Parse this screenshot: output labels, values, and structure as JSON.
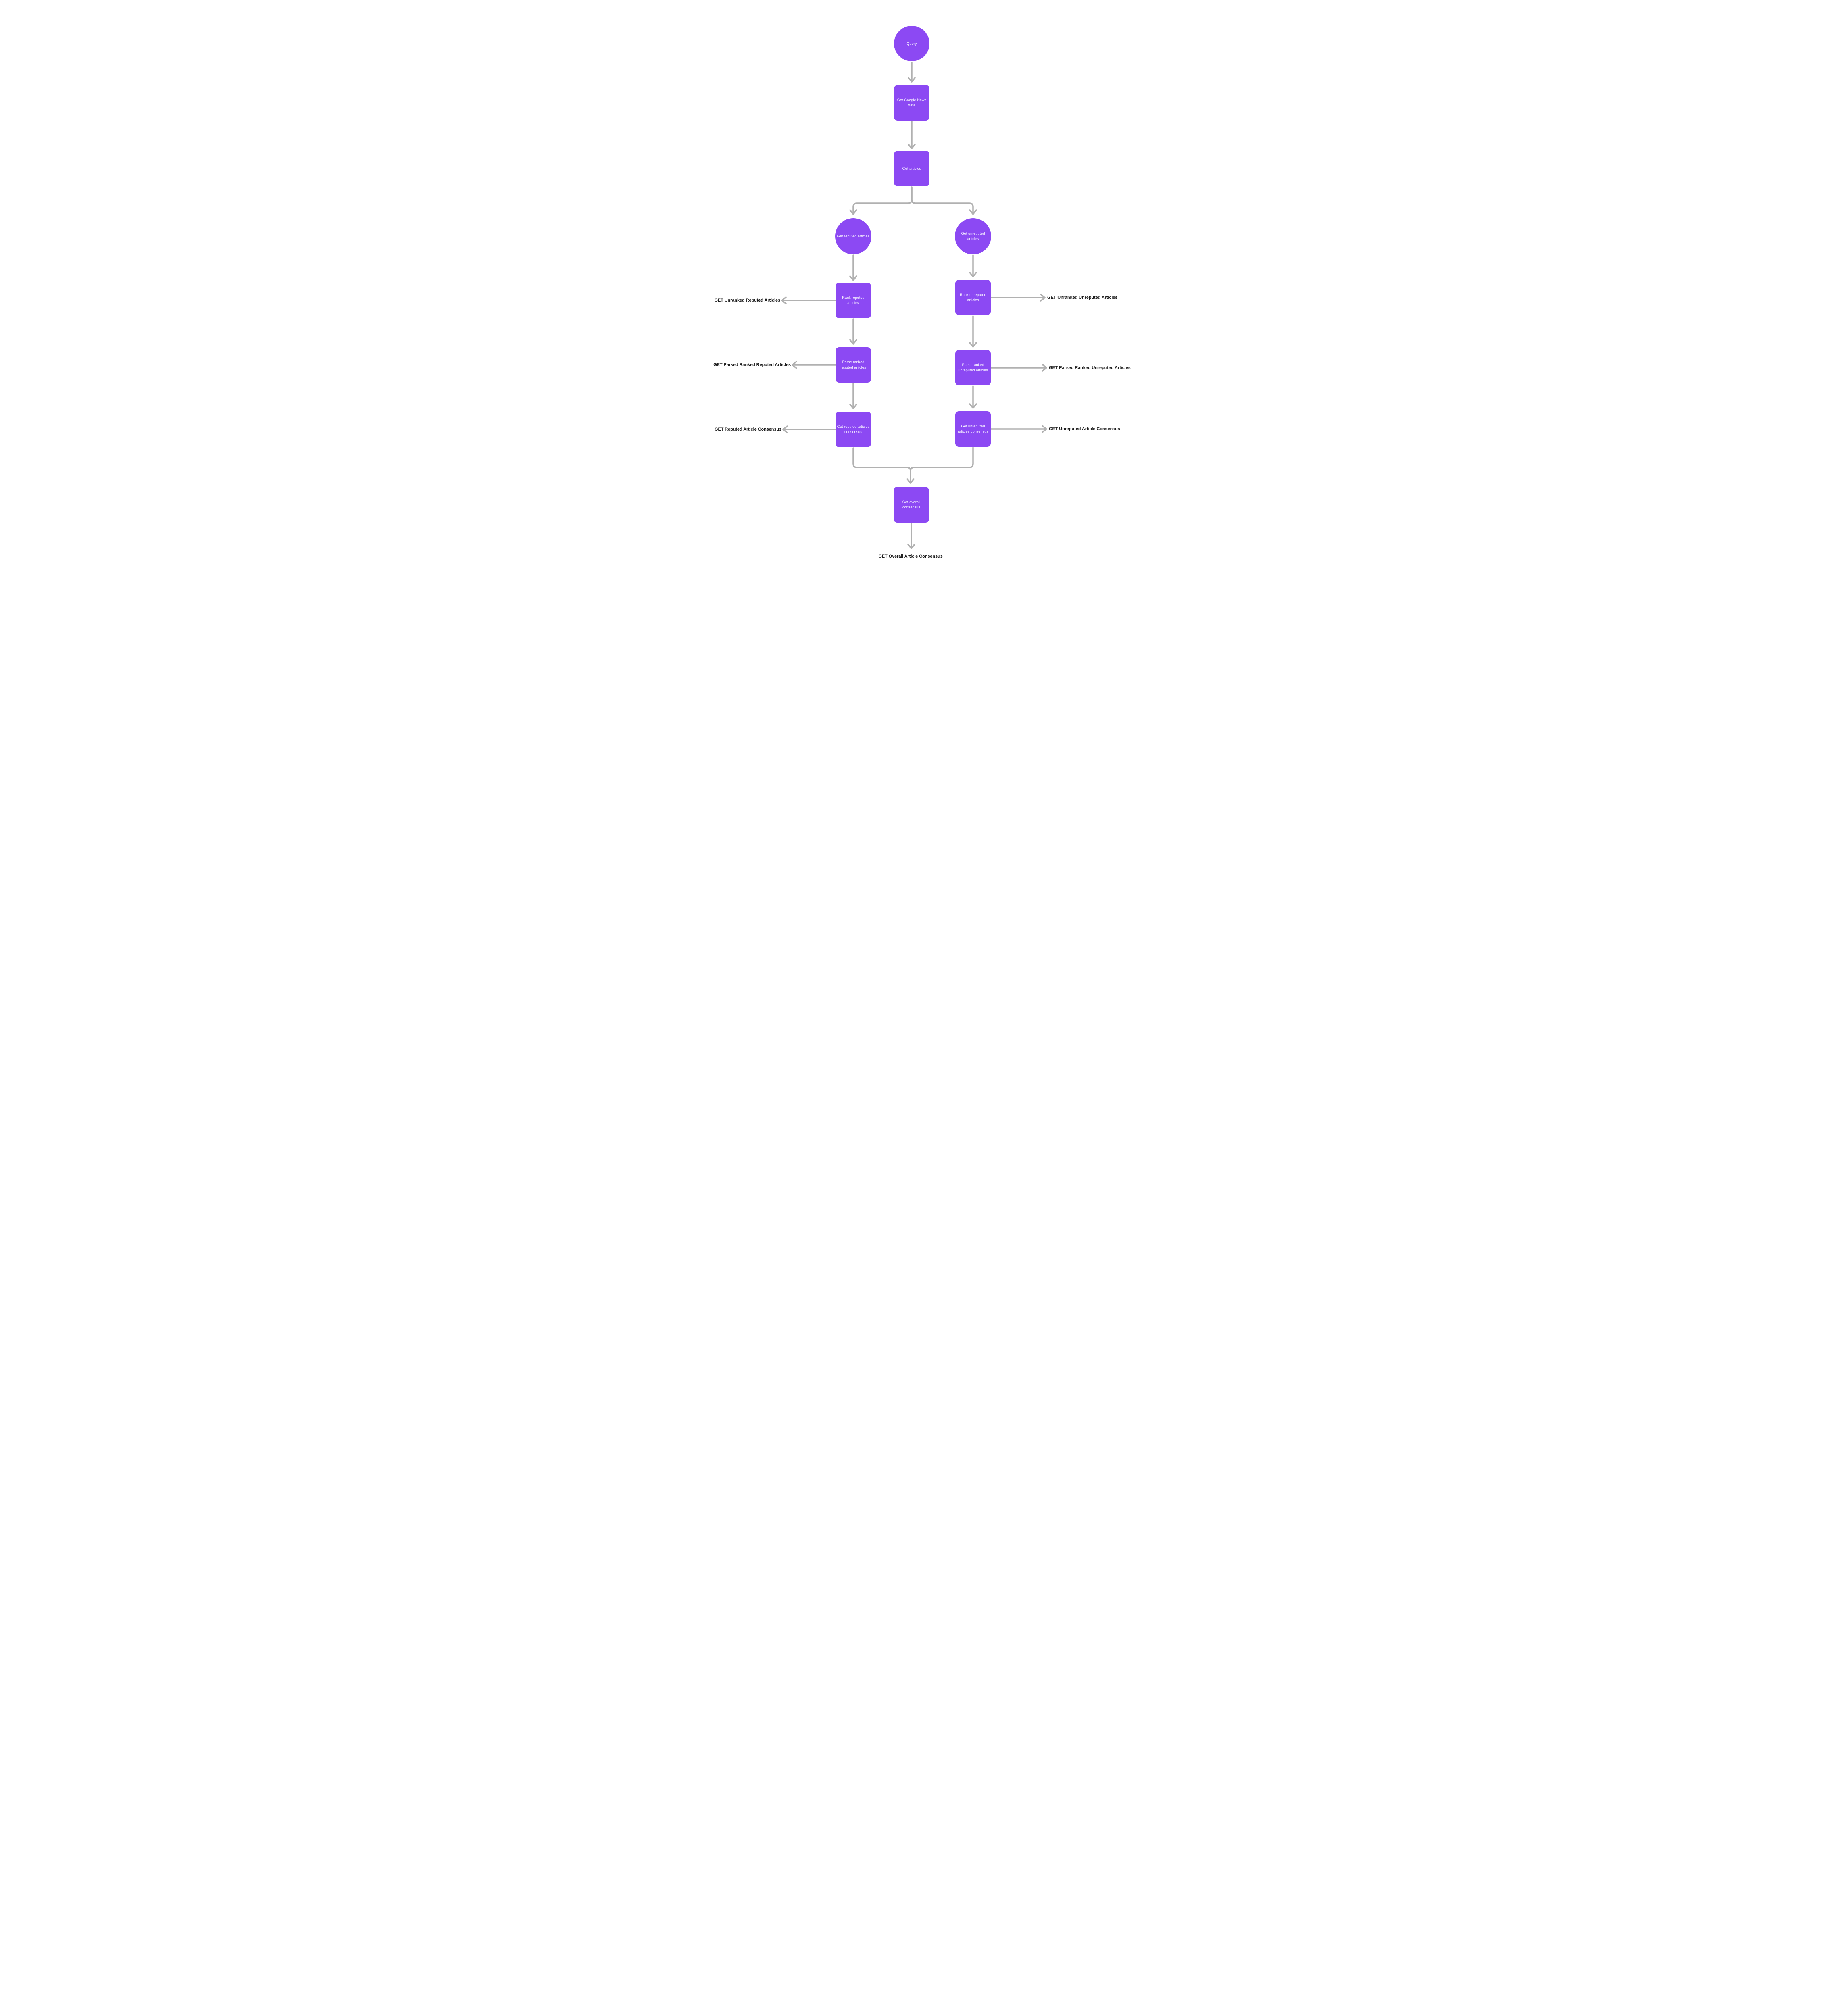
{
  "diagram": {
    "nodes": {
      "query": {
        "label": "Query",
        "shape": "circle"
      },
      "get_google_news": {
        "label": "Get Google News data",
        "shape": "square"
      },
      "get_articles": {
        "label": "Get articles",
        "shape": "square"
      },
      "get_reputed": {
        "label": "Get reputed articles",
        "shape": "circle"
      },
      "get_unreputed": {
        "label": "Get unreputed articles",
        "shape": "circle"
      },
      "rank_reputed": {
        "label": "Rank reputed articles",
        "shape": "square"
      },
      "rank_unreputed": {
        "label": "Rank unreputed articles",
        "shape": "square"
      },
      "parse_ranked_reputed": {
        "label": "Parse ranked reputed articles",
        "shape": "square"
      },
      "parse_ranked_unreputed": {
        "label": "Parse ranked unreputed articles",
        "shape": "square"
      },
      "get_reputed_consensus": {
        "label": "Get reputed articles consensus",
        "shape": "square"
      },
      "get_unreputed_consensus": {
        "label": "Get unreputed articles consensus",
        "shape": "square"
      },
      "get_overall_consensus": {
        "label": "Get overall consensus",
        "shape": "square"
      }
    },
    "endpoints": {
      "get_unranked_reputed": "GET Unranked Reputed Articles",
      "get_unranked_unreputed": "GET Unranked Unreputed Articles",
      "get_parsed_ranked_reputed": "GET Parsed Ranked Reputed Articles",
      "get_parsed_ranked_unreputed": "GET Parsed Ranked Unreputed Articles",
      "get_reputed_consensus": "GET Reputed Article Consensus",
      "get_unreputed_consensus": "GET Unreputed Article Consensus",
      "get_overall_consensus": "GET Overall Article Consensus"
    },
    "edges": [
      {
        "from": "query",
        "to": "get_google_news"
      },
      {
        "from": "get_google_news",
        "to": "get_articles"
      },
      {
        "from": "get_articles",
        "to": "get_reputed"
      },
      {
        "from": "get_articles",
        "to": "get_unreputed"
      },
      {
        "from": "get_reputed",
        "to": "rank_reputed"
      },
      {
        "from": "rank_reputed",
        "to": "get_unranked_reputed"
      },
      {
        "from": "rank_reputed",
        "to": "parse_ranked_reputed"
      },
      {
        "from": "parse_ranked_reputed",
        "to": "get_parsed_ranked_reputed"
      },
      {
        "from": "parse_ranked_reputed",
        "to": "get_reputed_consensus_node"
      },
      {
        "from": "get_reputed_consensus_node",
        "to": "get_reputed_consensus"
      },
      {
        "from": "get_unreputed",
        "to": "rank_unreputed"
      },
      {
        "from": "rank_unreputed",
        "to": "get_unranked_unreputed"
      },
      {
        "from": "rank_unreputed",
        "to": "parse_ranked_unreputed"
      },
      {
        "from": "parse_ranked_unreputed",
        "to": "get_parsed_ranked_unreputed"
      },
      {
        "from": "parse_ranked_unreputed",
        "to": "get_unreputed_consensus_node"
      },
      {
        "from": "get_unreputed_consensus_node",
        "to": "get_unreputed_consensus"
      },
      {
        "from": "get_reputed_consensus_node",
        "to": "get_overall_consensus_node"
      },
      {
        "from": "get_unreputed_consensus_node",
        "to": "get_overall_consensus_node"
      },
      {
        "from": "get_overall_consensus_node",
        "to": "get_overall_consensus"
      }
    ],
    "colors": {
      "node_fill": "#8C49F3",
      "node_text": "#F8F5FE",
      "connector": "#B1B1B1",
      "label_text": "#1C1C1C",
      "background": "#FFFFFF"
    }
  }
}
